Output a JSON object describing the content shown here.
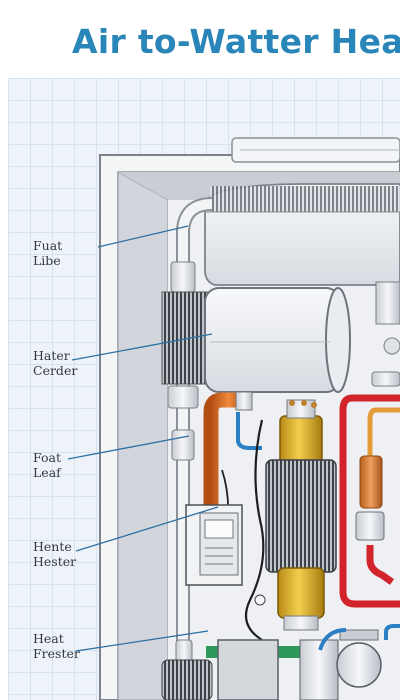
{
  "title": "Air to-Watter Heat",
  "labels": [
    {
      "line1": "Fuat",
      "line2": "Libe"
    },
    {
      "line1": "Hater",
      "line2": "Cerder"
    },
    {
      "line1": "Foat",
      "line2": "Leaf"
    },
    {
      "line1": "Hente",
      "line2": "Hester"
    },
    {
      "line1": "Heat",
      "line2": "Frester"
    }
  ],
  "colors": {
    "title": "#2a86b8",
    "leader_line": "#2e6fa3",
    "hot_pipe": "#d9661e",
    "red_loop": "#d3242b",
    "yellow_cylinder": "#e7b830",
    "green_pipe": "#2e9a5a",
    "grid_background": "#eef3fa"
  }
}
